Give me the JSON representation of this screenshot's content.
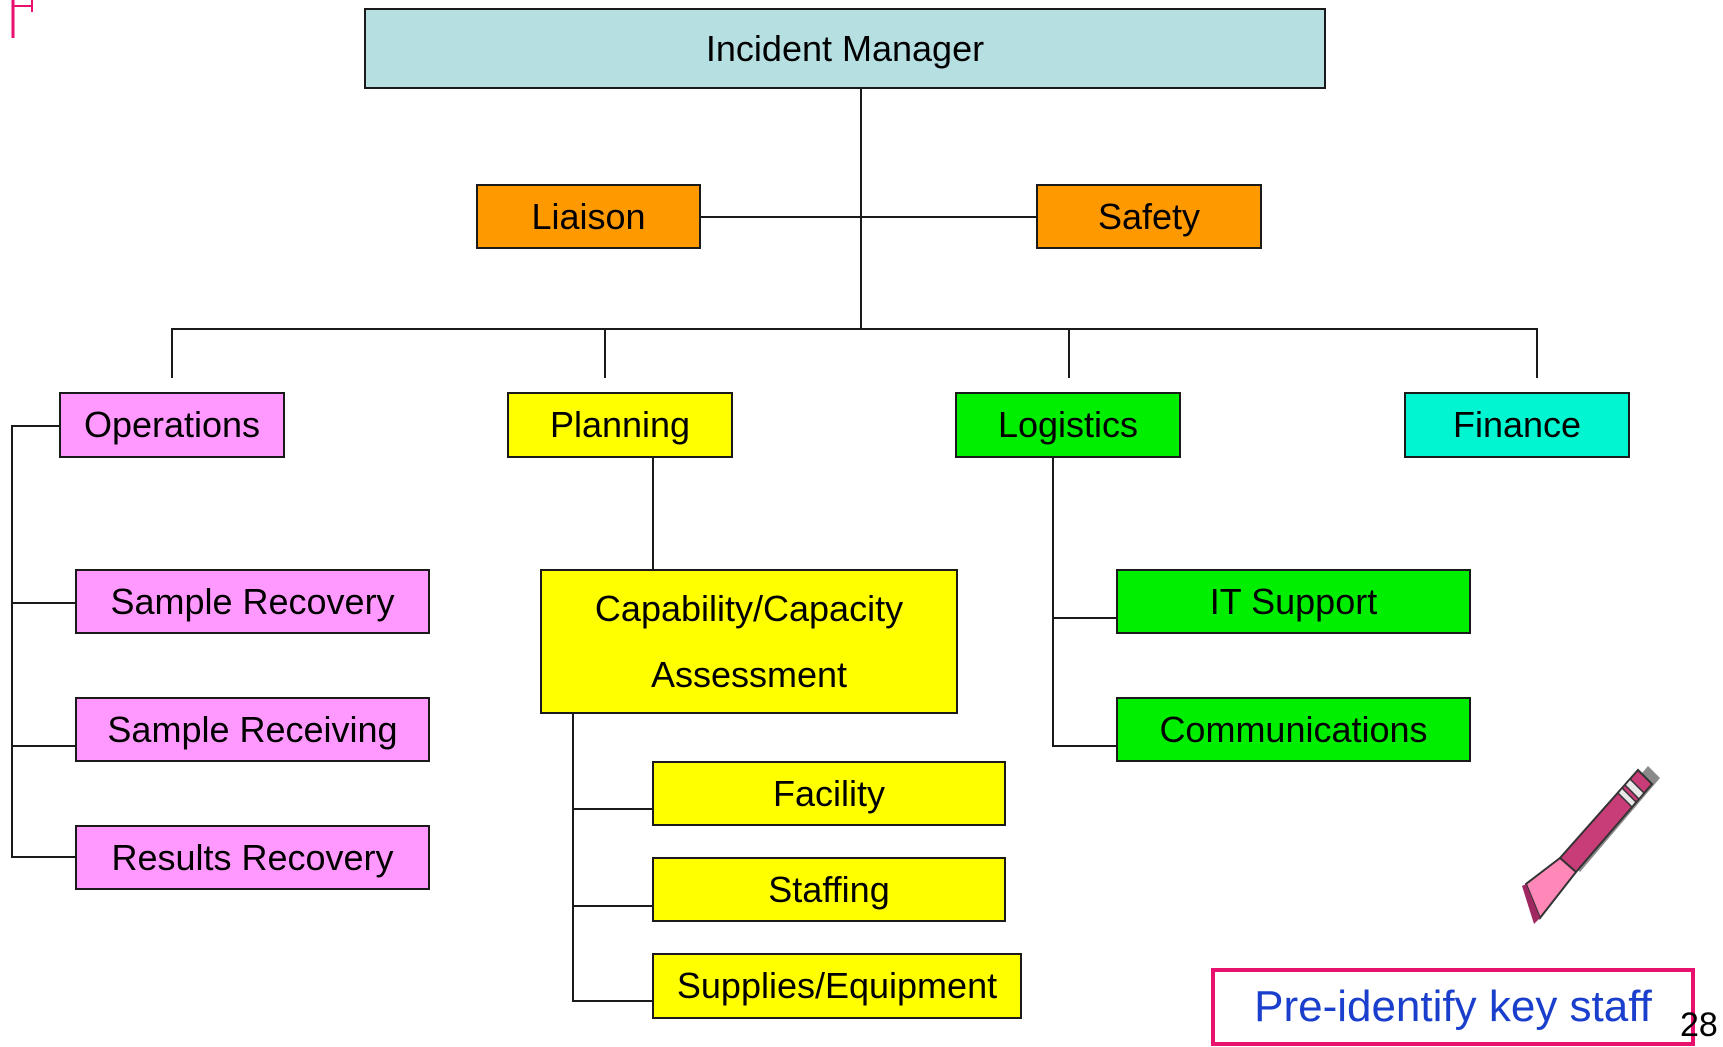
{
  "nodes": {
    "incident_manager": "Incident Manager",
    "liaison": "Liaison",
    "safety": "Safety",
    "operations": "Operations",
    "planning": "Planning",
    "logistics": "Logistics",
    "finance": "Finance",
    "sample_recovery": "Sample Recovery",
    "sample_receiving": "Sample Receiving",
    "results_recovery": "Results Recovery",
    "capability_line1": "Capability/Capacity",
    "capability_line2": "Assessment",
    "facility": "Facility",
    "staffing": "Staffing",
    "supplies_equipment": "Supplies/Equipment",
    "it_support": "IT Support",
    "communications": "Communications"
  },
  "callout": "Pre-identify key staff",
  "page_number": "28",
  "colors": {
    "command": "#b6dfe2",
    "staff": "#ff9900",
    "operations": "#ff99ff",
    "planning": "#ffff00",
    "logistics": "#00ee00",
    "finance": "#00f5d0",
    "callout_border": "#e8126e",
    "callout_text": "#1a3fcc"
  },
  "icons": [
    "pencil-icon",
    "corner-mark-icon"
  ]
}
